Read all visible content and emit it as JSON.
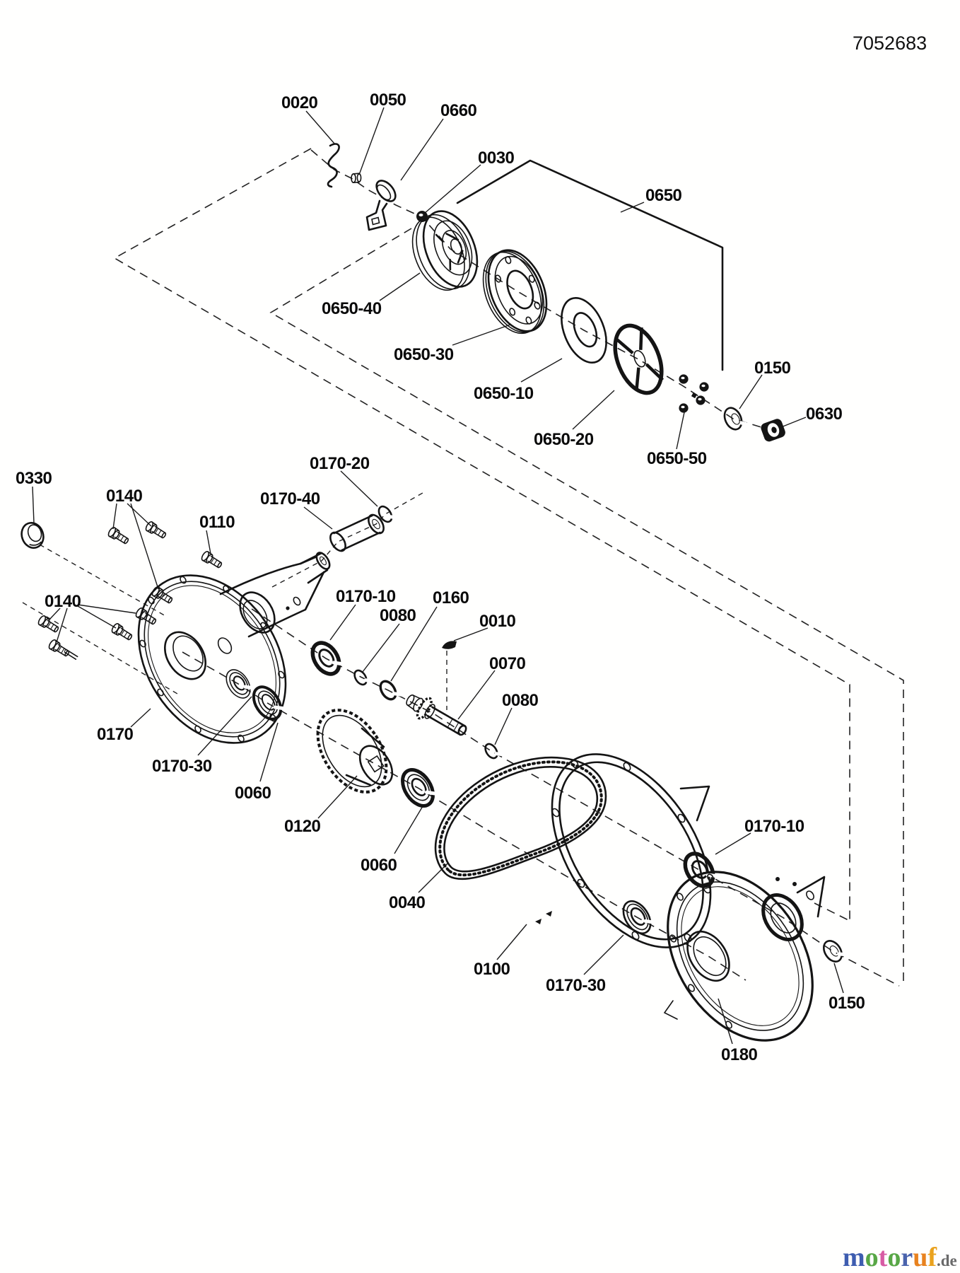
{
  "meta": {
    "doc_number": "7052683"
  },
  "brand": {
    "letters": [
      {
        "ch": "m",
        "color": "#3e5db0"
      },
      {
        "ch": "o",
        "color": "#58a746"
      },
      {
        "ch": "t",
        "color": "#d75ba4"
      },
      {
        "ch": "o",
        "color": "#58a746"
      },
      {
        "ch": "r",
        "color": "#4a63ad"
      },
      {
        "ch": "u",
        "color": "#e8821f"
      },
      {
        "ch": "f",
        "color": "#eaa21d"
      }
    ],
    "suffix": ".de",
    "suffix_color": "#6a6a6a"
  },
  "callouts": {
    "0010": "0010",
    "0020": "0020",
    "0030": "0030",
    "0040": "0040",
    "0050": "0050",
    "0060": "0060",
    "0070": "0070",
    "0080": "0080",
    "0100": "0100",
    "0110": "0110",
    "0120": "0120",
    "0140": "0140",
    "0150": "0150",
    "0160": "0160",
    "0170": "0170",
    "0170-10": "0170-10",
    "0170-20": "0170-20",
    "0170-30": "0170-30",
    "0170-40": "0170-40",
    "0180": "0180",
    "0330": "0330",
    "0630": "0630",
    "0650": "0650",
    "0650-10": "0650-10",
    "0650-20": "0650-20",
    "0650-30": "0650-30",
    "0650-40": "0650-40",
    "0650-50": "0650-50",
    "0660": "0660"
  }
}
